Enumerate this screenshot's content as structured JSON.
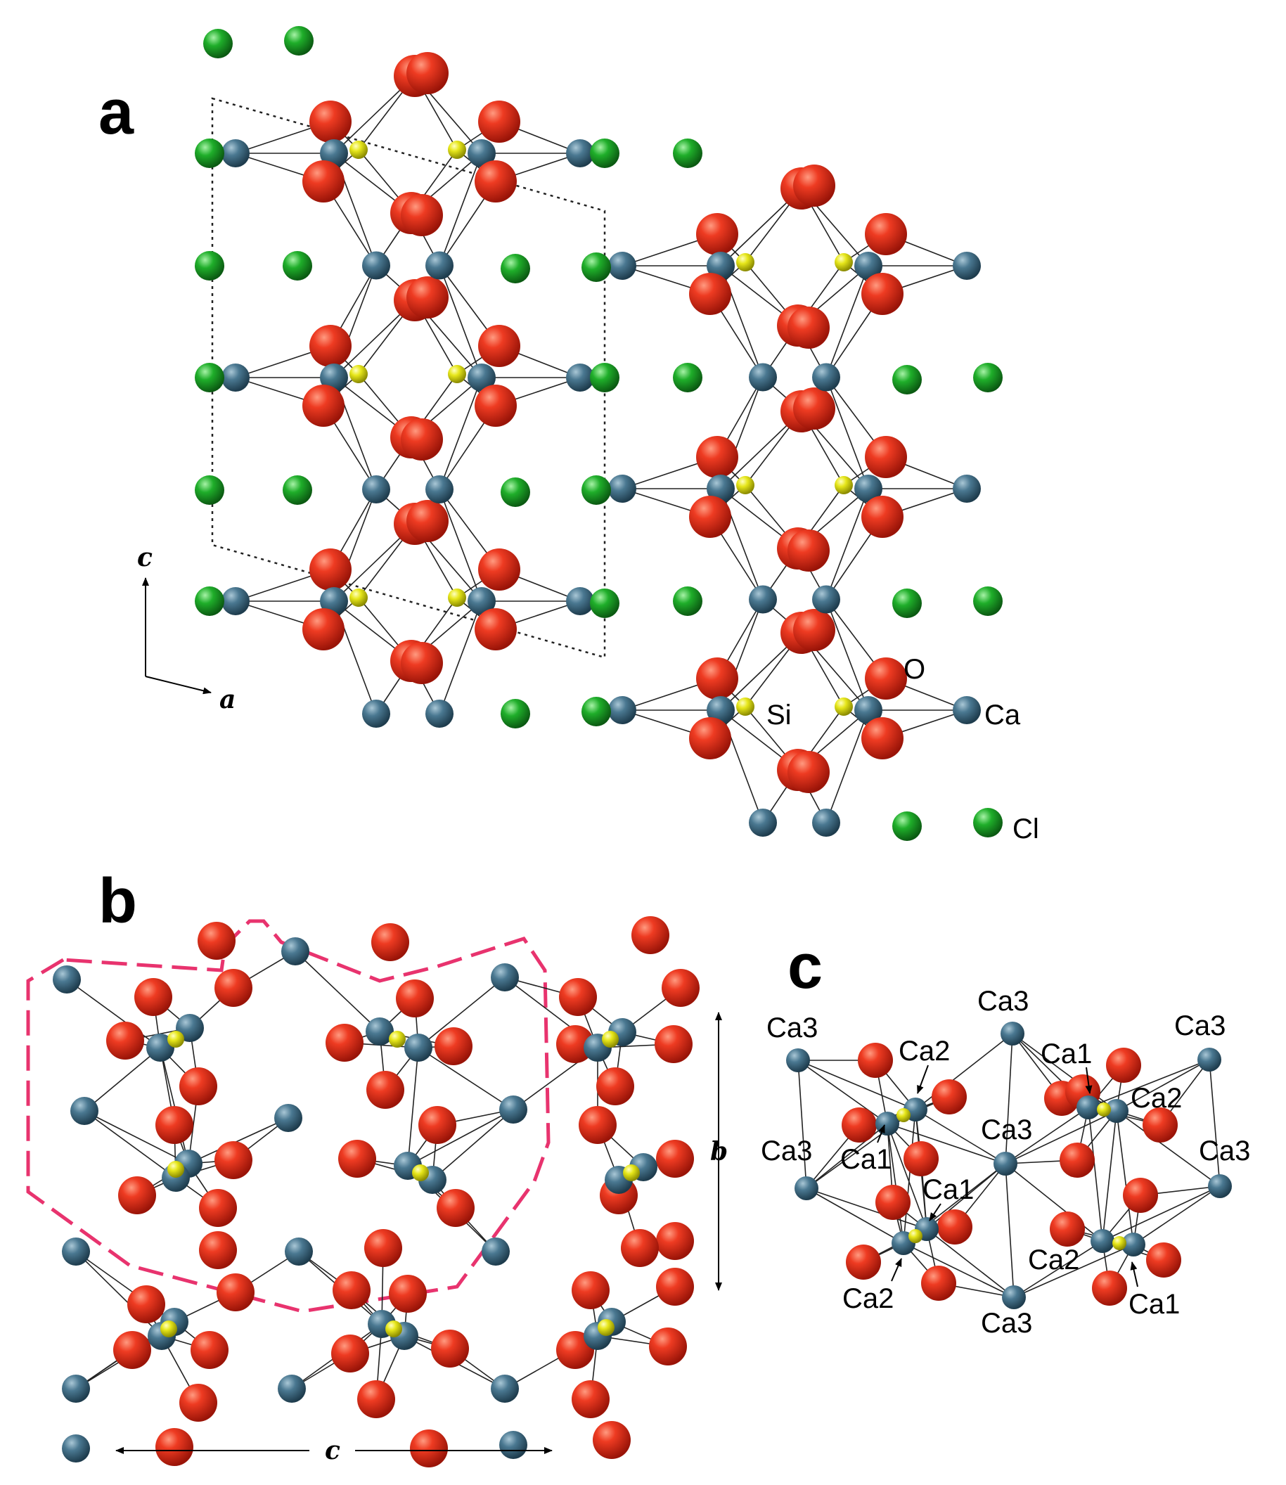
{
  "panels": {
    "a": {
      "letter": "a",
      "axis_c": "c",
      "axis_a": "a",
      "legend": {
        "o": "O",
        "si": "Si",
        "ca": "Ca",
        "cl": "Cl"
      }
    },
    "b": {
      "letter": "b",
      "axis_b": "b",
      "axis_c": "c"
    },
    "c": {
      "letter": "c",
      "labels": [
        "Ca3",
        "Ca3",
        "Ca3",
        "Ca2",
        "Ca1",
        "Ca2",
        "Ca3",
        "Ca3",
        "Ca1",
        "Ca3",
        "Ca1",
        "Ca2",
        "Ca2",
        "Ca1",
        "Ca3"
      ]
    }
  },
  "colors": {
    "oxygen": "#e8321f",
    "silicon": "#e8e81a",
    "calcium": "#4a7891",
    "chlorine": "#1fae2a",
    "outline": "#e8336e"
  }
}
